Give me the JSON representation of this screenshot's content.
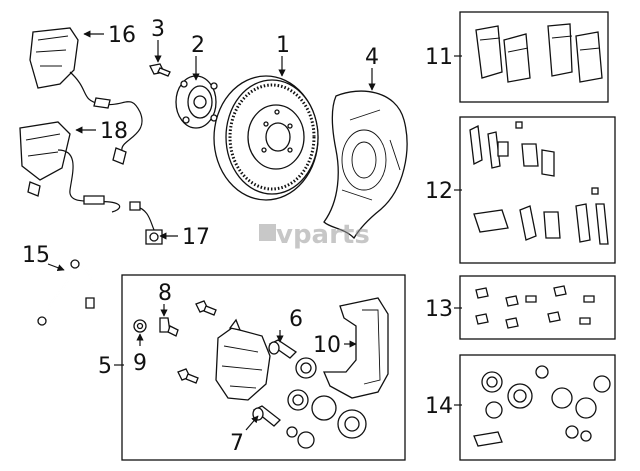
{
  "callouts": {
    "c1": "1",
    "c2": "2",
    "c3": "3",
    "c4": "4",
    "c5": "5",
    "c6": "6",
    "c7": "7",
    "c8": "8",
    "c9": "9",
    "c10": "10",
    "c11": "11",
    "c12": "12",
    "c13": "13",
    "c14": "14",
    "c15": "15",
    "c16": "16",
    "c17": "17",
    "c18": "18"
  },
  "watermark": "vparts"
}
